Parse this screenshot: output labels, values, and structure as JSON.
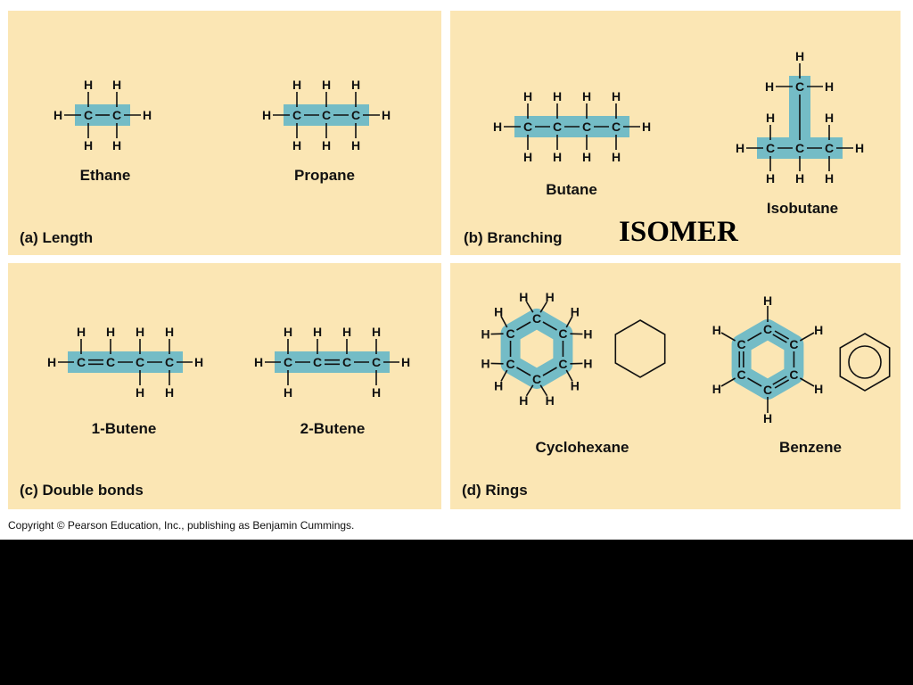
{
  "panels": {
    "a": {
      "label": "(a) Length"
    },
    "b": {
      "label": "(b) Branching"
    },
    "c": {
      "label": "(c) Double bonds"
    },
    "d": {
      "label": "(d) Rings"
    }
  },
  "molecules": {
    "ethane": "Ethane",
    "propane": "Propane",
    "butane": "Butane",
    "isobutane": "Isobutane",
    "butene1": "1-Butene",
    "butene2": "2-Butene",
    "cyclohexane": "Cyclohexane",
    "benzene": "Benzene"
  },
  "isomer_label": "ISOMER",
  "copyright": "Copyright © Pearson Education, Inc., publishing as Benjamin Cummings.",
  "atoms": {
    "carbon": "C",
    "hydrogen": "H"
  },
  "colors": {
    "panel_bg": "#fbe6b4",
    "carbon_skeleton": "#74bcc6",
    "background": "#000000"
  }
}
